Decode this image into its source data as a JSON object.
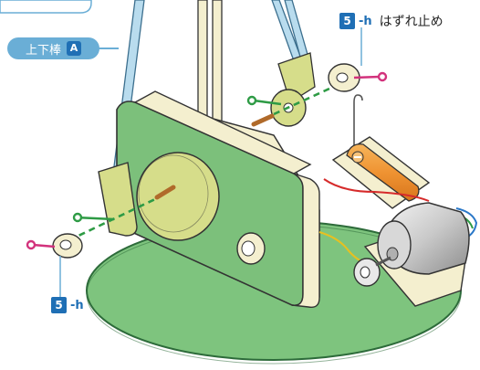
{
  "labels": {
    "upper_rod": {
      "text": "上下棒",
      "badge": "A"
    },
    "stopper_top": {
      "num": "5",
      "suffix": "-h",
      "text": "はずれ止め"
    },
    "stopper_bottom": {
      "num": "5",
      "suffix": "-h"
    }
  },
  "colors": {
    "base_green": "#7ec47e",
    "base_outline": "#2d6b3a",
    "panel_green": "#7cc07b",
    "wood": "#f4efcf",
    "crank_yellow": "#d6dd8a",
    "badge_blue": "#1f6fb5",
    "tag_bg": "#6aaed6",
    "axle_green": "#2e9b45",
    "pin_magenta": "#d2327c",
    "rod_blue": "#b9dcee",
    "battery_orange": "#f29b3a",
    "wire_red": "#d62b2b",
    "wire_yellow": "#e8c020",
    "wire_blue": "#2a78c8",
    "motor_gray": "#cfcfcf"
  }
}
